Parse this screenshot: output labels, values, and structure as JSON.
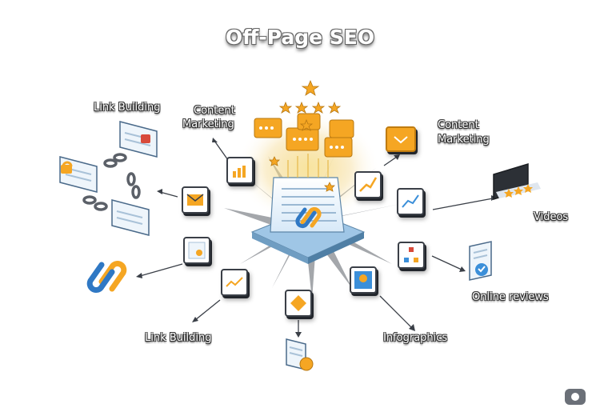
{
  "diagram": {
    "title": "Off-Page SEO",
    "labels": {
      "link_building_top": "Link Building",
      "content_marketing_left_1": "Content",
      "content_marketing_left_2": "Marketing",
      "content_marketing_right_1": "Content",
      "content_marketing_right_2": "Marketing",
      "videos": "Videos",
      "online_reviews": "Online reviews",
      "infographics": "Infographics",
      "link_building_bottom": "Link Building"
    }
  },
  "colors": {
    "accent_orange": "#f5a623",
    "accent_blue": "#3b8fd9",
    "tile_dark": "#3a3f47",
    "ink": "#222222"
  }
}
